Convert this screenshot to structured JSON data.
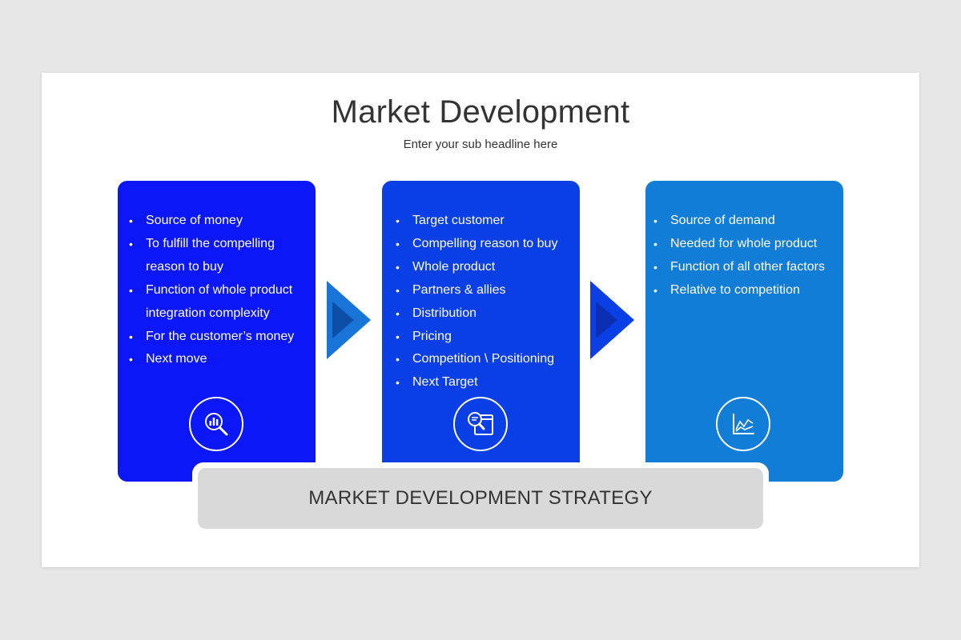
{
  "header": {
    "title": "Market Development",
    "subtitle": "Enter your sub headline here"
  },
  "cards": [
    {
      "color": "#0b17f7",
      "icon": "magnifier-chart-icon",
      "items": [
        "Source of money",
        "To fulfill the compelling",
        "reason to buy",
        "Function of whole product",
        "integration complexity",
        "For the customer’s money",
        "Next move"
      ]
    },
    {
      "color": "#0a3fe6",
      "icon": "browser-search-icon",
      "items": [
        "Target customer",
        "Compelling reason to buy",
        "Whole product",
        "Partners & allies",
        "Distribution",
        "Pricing",
        "Competition \\ Positioning",
        "Next Target"
      ]
    },
    {
      "color": "#127dd6",
      "icon": "line-chart-icon",
      "items": [
        "Source of demand",
        "Needed for whole product",
        "Function of all other factors",
        "Relative to competition"
      ]
    }
  ],
  "arrows": [
    {
      "outer": "#1874d6",
      "inner": "#0d4fa8"
    },
    {
      "outer": "#0a3fe6",
      "inner": "#0a2fb5"
    }
  ],
  "footer": {
    "label": "MARKET DEVELOPMENT STRATEGY"
  },
  "colors": {
    "background": "#e8e7e8",
    "slide": "#ffffff",
    "band": "#d9d9d9",
    "text": "#333333"
  }
}
